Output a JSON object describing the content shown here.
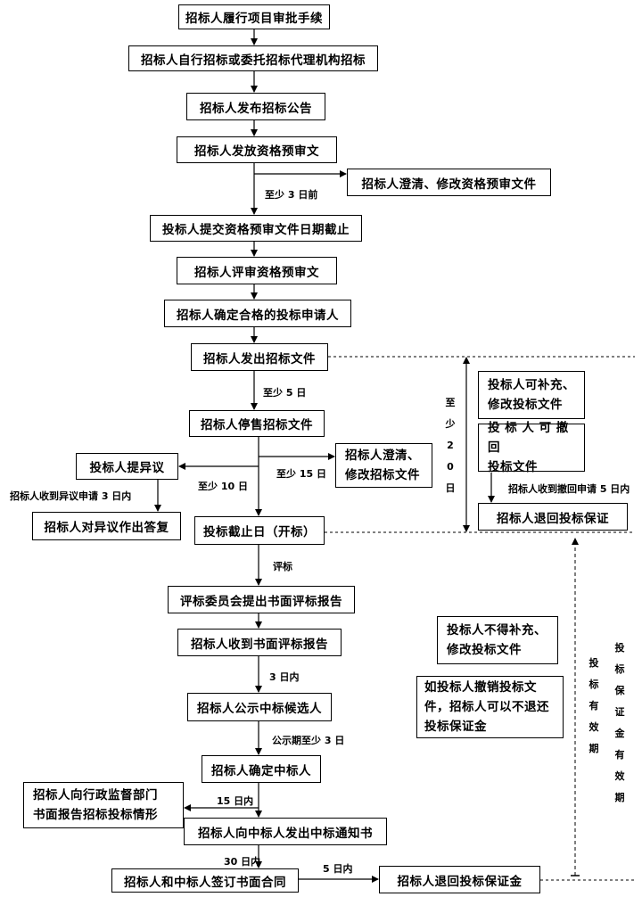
{
  "steps": {
    "s1": "招标人履行项目审批手续",
    "s2": "招标人自行招标或委托招标代理机构招标",
    "s3": "招标人发布招标公告",
    "s4": "招标人发放资格预审文",
    "s4b": "招标人澄清、修改资格预审文件",
    "s5": "投标人提交资格预审文件日期截止",
    "s6": "招标人评审资格预审文",
    "s7": "招标人确定合格的投标申请人",
    "s8": "招标人发出招标文件",
    "s9": "招标人停售招标文件",
    "s9b": [
      "招标人澄清、",
      "修改招标文件"
    ],
    "obj": "投标人提异议",
    "obj_reply": "招标人对异议作出答复",
    "s10": "投标截止日（开标）",
    "s11": "评标委员会提出书面评标报告",
    "s12": "招标人收到书面评标报告",
    "s13": "招标人公示中标候选人",
    "s14": "招标人确定中标人",
    "s14b": [
      "招标人向行政监督部门",
      "书面报告招标投标情形"
    ],
    "s15": "招标人向中标人发出中标通知书",
    "s16": "招标人和中标人签订书面合同",
    "s16b": "招标人退回投标保证金"
  },
  "side": {
    "supplement": [
      "投标人可补充、",
      "修改投标文件"
    ],
    "withdraw": [
      "投 标 人 可 撤 回",
      "投标文件"
    ],
    "refund": "招标人退回投标保证",
    "no_supplement": [
      "投标人不得补充、",
      "修改投标文件"
    ],
    "no_refund": [
      "如投标人撤销投标文",
      "件，招标人可以不退还",
      "投标保证金"
    ]
  },
  "labels": {
    "min3": "至少 3 日前",
    "min5": "至少 5 日",
    "min15": "至少 15 日",
    "min10": "至少 10 日",
    "obj_3": "招标人收到异议申请 3 日内",
    "withdraw_5": "招标人收到撤回申请 5 日内",
    "eval": "评标",
    "in3": "3 日内",
    "pub3": "公示期至少 3 日",
    "in15": "15 日内",
    "in30": "30 日内",
    "in5": "5 日内",
    "min20_v": "至少20日",
    "bid_valid_v": "投标有效期",
    "bond_valid_v": "投标保证金有效期"
  }
}
